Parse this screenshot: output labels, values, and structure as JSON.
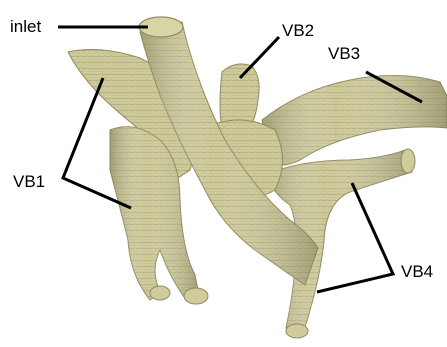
{
  "labels": {
    "inlet": "inlet",
    "vb1": "VB1",
    "vb2": "VB2",
    "vb3": "VB3",
    "vb4": "VB4"
  },
  "colors": {
    "vessel_fill": "#cfcb9a",
    "vessel_shadow": "#8f8b62",
    "vessel_dark": "#6f6c4a",
    "vessel_highlight": "#e6e2bb",
    "leader": "#000000",
    "background": "#ffffff"
  }
}
